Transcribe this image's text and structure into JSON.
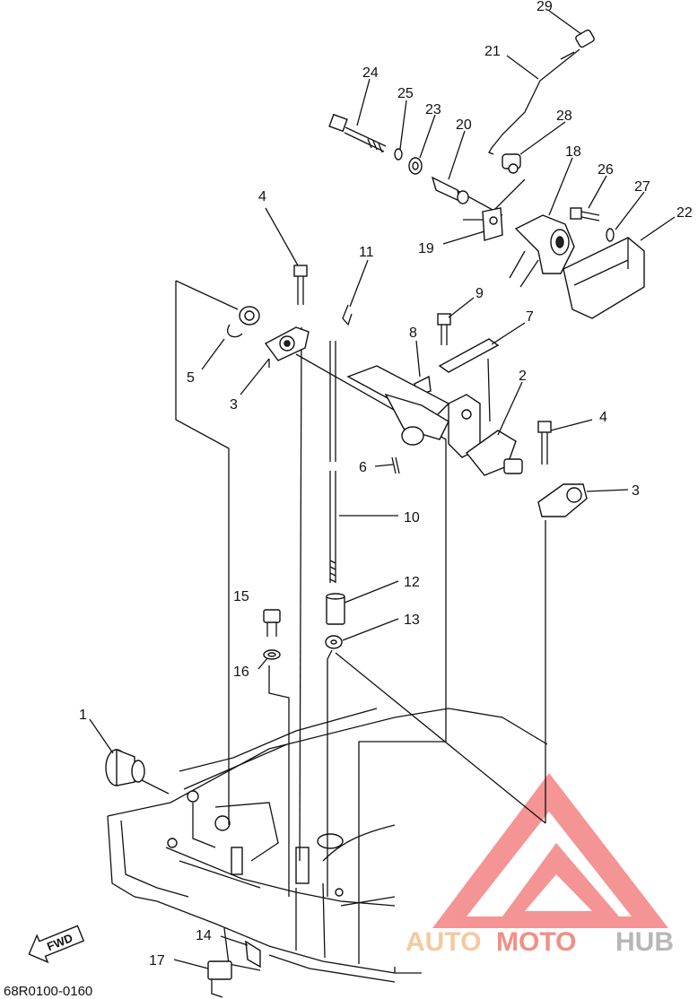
{
  "diagram": {
    "part_numbers": [
      "29",
      "21",
      "24",
      "25",
      "23",
      "20",
      "28",
      "18",
      "26",
      "27",
      "22",
      "19",
      "4",
      "11",
      "9",
      "7",
      "8",
      "5",
      "3",
      "2",
      "4",
      "6",
      "3",
      "10",
      "12",
      "15",
      "13",
      "16",
      "1",
      "14",
      "17"
    ],
    "direction_badge": "FWD",
    "drawing_code": "68R0100-0160"
  },
  "watermark": {
    "word_a": "AUTO",
    "word_b": "MOTO",
    "word_c": "HUB",
    "color_a": "#f5c9a0",
    "color_b": "#f08f86",
    "color_c": "#b7b7b7",
    "logo_color": "#f27a7a"
  }
}
